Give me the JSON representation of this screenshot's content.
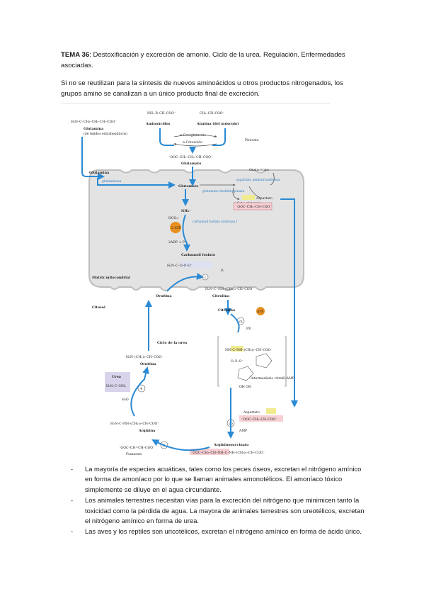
{
  "header": {
    "title_bold": "TEMA 36",
    "title_rest": ": Destoxificación y excreción de amonio. Ciclo de la urea. Regulación. Enfermedades asociadas."
  },
  "intro": "Si no se reutilizan para la síntesis de nuevos aminoácidos u otros productos nitrogenados, los grupos amino se canalizan a un único producto final de excreción.",
  "figure": {
    "glutamina_top": "Glutamina",
    "glutamina_top_sub": "(de tejidos extrahepáticos)",
    "aminoacidos": "Aminoácidos",
    "alanina": "Alanina (del músculo)",
    "a_cetoglutarato": "α-Cetoglutarato",
    "a_cetoacido": "α-Cetoácido",
    "piruvato": "Piruvato",
    "glutamato_top": "Glutamato",
    "glutamina_mito": "Glutamina",
    "glutaminasa": "glutaminasa",
    "glutamato_mito": "Glutamato",
    "glutamato_deshidrogenasa": "glutamato deshidrogenasa",
    "aspartato_aminotransferasa": "aspartato aminotransferasa",
    "oxalacetato": "Oxalacetato",
    "a_ceto_glutarato": "α-Ceto-glutarato",
    "aspartato_mito": "Aspartato",
    "nh4": "NH₄⁺",
    "hco3": "HCO₃⁻",
    "atp2": "2 ATP",
    "carbamoil_sintetasa": "carbamoil fosfato sintetasa I",
    "adp_pi": "2ADP + Pᵢ",
    "carbamoil_fosfato": "Carbamoil fosfato",
    "pi": "Pᵢ",
    "matriz": "Matriz mitocondrial",
    "citosol": "Citosol",
    "ornitina_mito": "Ornitina",
    "citrulina_mito": "Citrulina",
    "citrulina_cyto": "Citrulina",
    "atp": "ATP",
    "ppi": "PPᵢ",
    "ciclo": "Ciclo de la urea",
    "ornitina_cyto": "Ornitina",
    "urea": "Urea",
    "h2o": "H₂O",
    "arginina": "Arginina",
    "intermediario": "Intermediario citrulil-AMP",
    "aspartato_cyto": "Aspartato",
    "amp": "AMP",
    "argininosuccinato": "Argininosuccinato",
    "fumarato": "Fumarato",
    "steps": [
      "1",
      "2a",
      "2b",
      "3",
      "4"
    ],
    "colors": {
      "arrow": "#2a8ad4",
      "matrix_fill": "#e3e3e3",
      "atp_fill": "#e8901f",
      "urea_box": "#d9d4ec",
      "aspartate_box": "#f6cfd3",
      "ammonium_box": "#f1eb8f",
      "pi_box": "#dde1f2"
    }
  },
  "bullets": [
    "La mayoría de especies acuáticas, tales como los peces óseos, excretan el nitrógeno amínico en forma de amoníaco por lo que se llaman animales amonotélicos. El amoníaco tóxico simplemente se diluye en el agua circundante.",
    "Los animales terrestres necesitan vías para la excreción del nitrógeno que minimicen tanto la toxicidad como la pérdida de agua. La mayora de animales terrestres son ureotélicos, excretan el nitrógeno amínico en forma de urea.",
    "Las aves y los reptiles son uricotélicos, excretan el nitrógeno amínico en forma de ácido úrico."
  ],
  "bullet_marker": "-"
}
